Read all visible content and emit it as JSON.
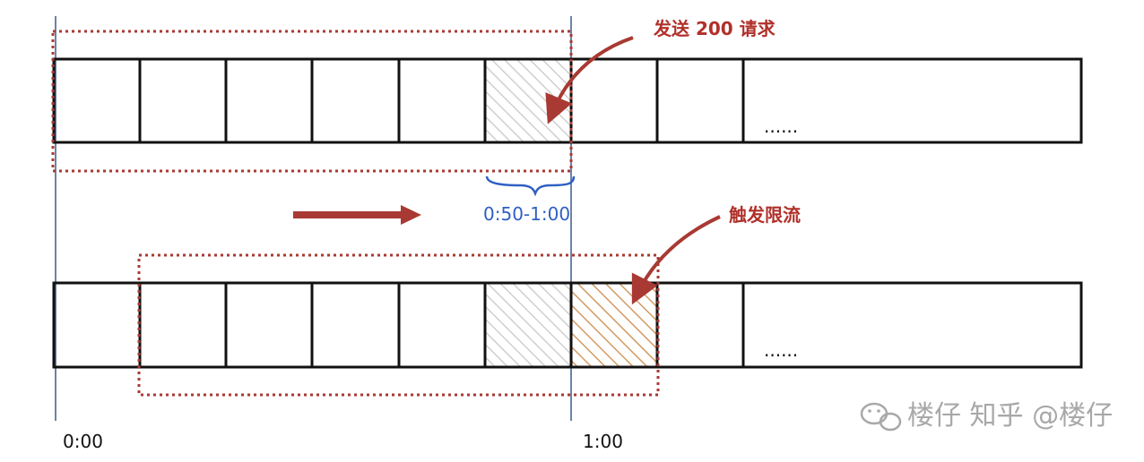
{
  "labels": {
    "send_requests": "发送 200 请求",
    "interval": "0:50-1:00",
    "trigger_limit": "触发限流",
    "time_start": "0:00",
    "time_end": "1:00",
    "ellipsis_top": "......",
    "ellipsis_bottom": "......",
    "watermark": "楼仔 知乎 @楼仔"
  },
  "colors": {
    "window_border": "#a83a33",
    "arrow": "#a83a33",
    "hatch_gray": "#c9c9c9",
    "hatch_orange": "#d39b63",
    "interval_blue": "#2f5fc4",
    "guide_line": "#3d5a8a"
  },
  "icons": {
    "watermark_logo": "wechat-icon"
  }
}
